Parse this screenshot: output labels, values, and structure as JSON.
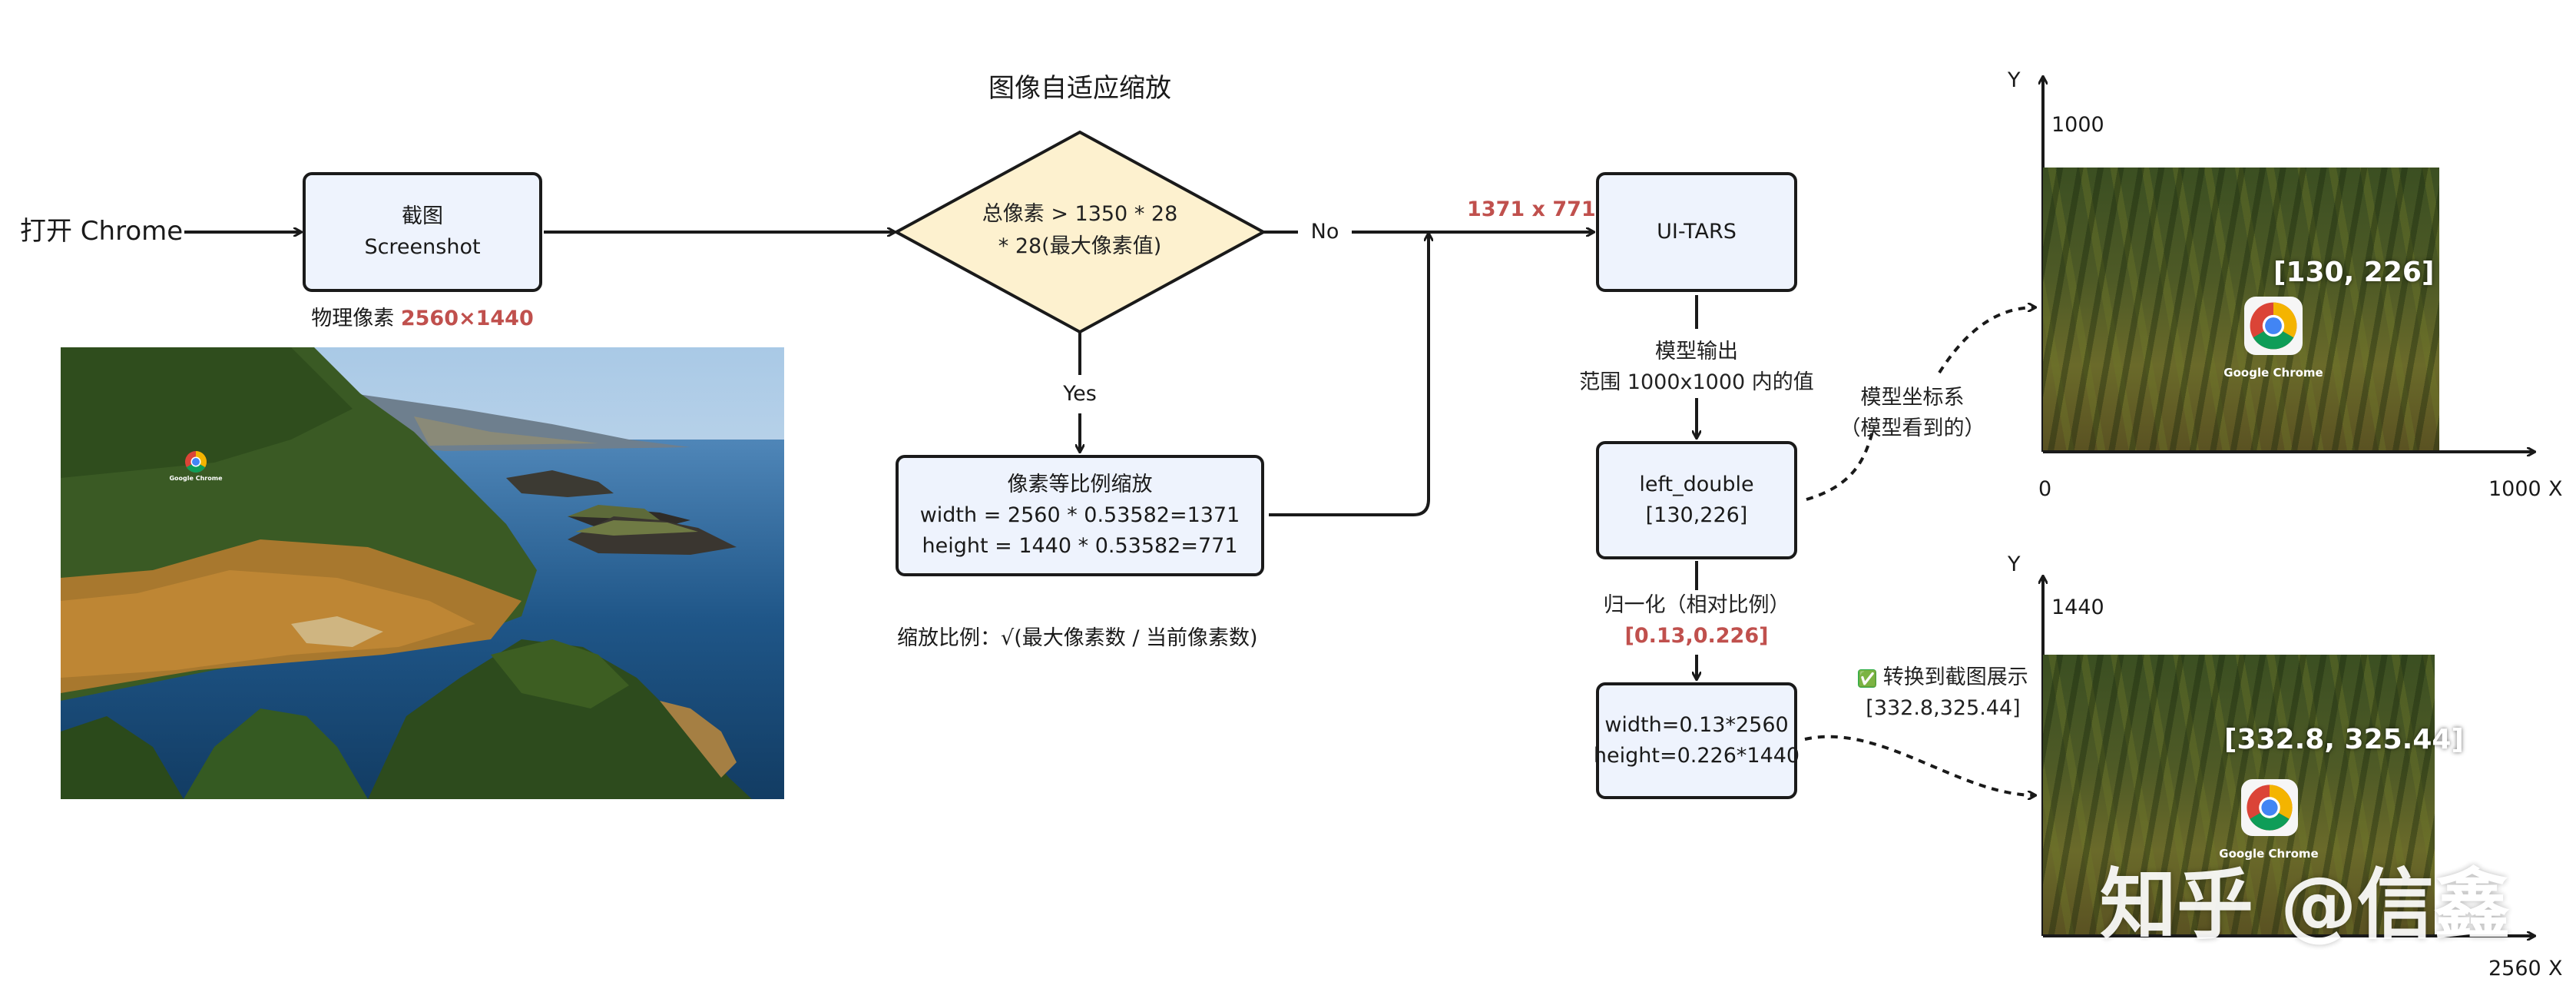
{
  "title": "图像自适应缩放",
  "start_label": "打开 Chrome",
  "screenshot_box": {
    "line1": "截图",
    "line2": "Screenshot"
  },
  "physical_pixels": {
    "prefix": "物理像素 ",
    "value": "2560×1440"
  },
  "decision": {
    "line1": "总像素 > 1350 * 28",
    "line2": "* 28(最大像素值)",
    "no": "No",
    "yes": "Yes"
  },
  "resize_box": {
    "line1": "像素等比例缩放",
    "line2": "width = 2560 * 0.53582=1371",
    "line3": "height = 1440 * 0.53582=771"
  },
  "scale_ratio": "缩放比例：√(最大像素数 / 当前像素数)",
  "resized_dims": "1371 x 771",
  "uitars_box": "UI-TARS",
  "model_output": {
    "line1": "模型输出",
    "line2": "范围 1000x1000 内的值"
  },
  "action_box": {
    "line1": "left_double",
    "line2": "[130,226]"
  },
  "normalize": {
    "line1": "归一化（相对比例）",
    "value": "[0.13,0.226]"
  },
  "convert_box": {
    "line1": "width=0.13*2560",
    "line2": "height=0.226*1440"
  },
  "model_coord": {
    "line1": "模型坐标系",
    "line2": "（模型看到的）"
  },
  "convert_note": {
    "check": "✅",
    "line1": " 转换到截图展示",
    "line2": "[332.8,325.44]"
  },
  "top_plot": {
    "y_axis": "Y",
    "y_max": "1000",
    "origin": "0",
    "x_max": "1000",
    "x_axis": "X",
    "coord": "[130, 226]",
    "icon_label": "Google Chrome"
  },
  "bottom_plot": {
    "y_axis": "Y",
    "y_max": "1440",
    "x_max": "2560",
    "x_axis": "X",
    "coord": "[332.8, 325.44]",
    "icon_label": "Google Chrome"
  },
  "desktop_icon_label": "Google Chrome",
  "watermark": "知乎 @信鑫",
  "colors": {
    "box_fill": "#eef3fd",
    "decision_fill": "#fdf1cf",
    "highlight": "#c0504d"
  }
}
